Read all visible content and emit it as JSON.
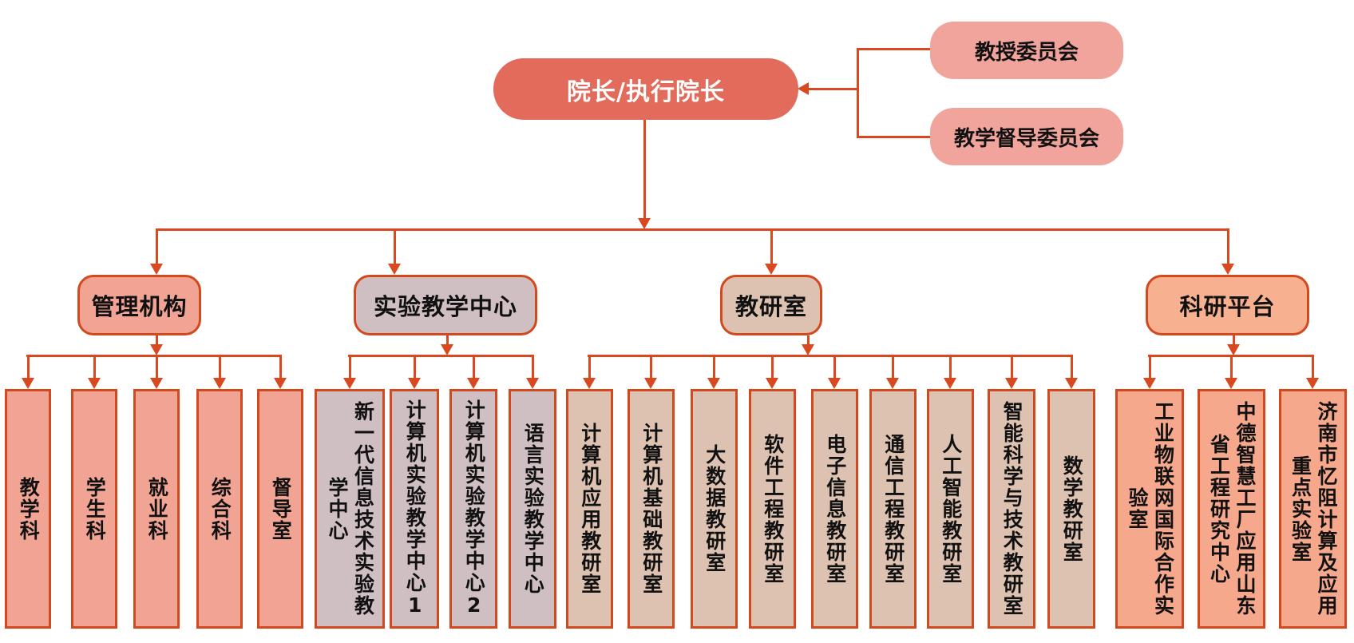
{
  "root": {
    "label": "院长/执行院长"
  },
  "committees": [
    {
      "label": "教授委员会"
    },
    {
      "label": "教学督导委员会"
    }
  ],
  "groups": [
    {
      "label": "管理机构",
      "children": [
        "教学科",
        "学生科",
        "就业科",
        "综合科",
        "督导室"
      ]
    },
    {
      "label": "实验教学中心",
      "children": [
        "新一代信息技术实验教学中心",
        "计算机实验教学中心1",
        "计算机实验教学中心2",
        "语言实验教学中心"
      ]
    },
    {
      "label": "教研室",
      "children": [
        "计算机应用教研室",
        "计算机基础教研室",
        "大数据教研室",
        "软件工程教研室",
        "电子信息教研室",
        "通信工程教研室",
        "人工智能教研室",
        "智能科学与技术教研室",
        "数学教研室"
      ]
    },
    {
      "label": "科研平台",
      "children": [
        "工业物联网国际合作实验室",
        "中德智慧工厂应用山东省工程研究中心",
        "济南市忆阻计算及应用重点实验室"
      ]
    }
  ],
  "palette": {
    "connector": "#D9481F",
    "box_border": "#D2491E",
    "root_fill": "#E26B5B",
    "root_text": "#FFFFFF",
    "committee_fill": "#F1A49B",
    "group1_fill": "#F2A494",
    "group2_fill": "#CFBEC2",
    "group3_fill": "#DDC2B1",
    "group4_header_fill": "#F8B190",
    "group4_leaf_fill": "#F6A88C",
    "label_text": "#111111"
  }
}
